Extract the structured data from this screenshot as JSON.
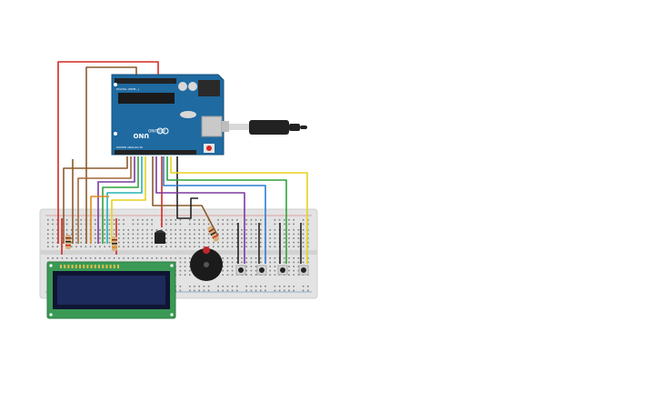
{
  "board": {
    "model_text": "UNO",
    "brand_text": "ARDUINO",
    "header_label_top": "DIGITAL (PWM~)",
    "header_label_bottom": "POWER    ANALOG IN"
  },
  "colors": {
    "board_blue": "#1f6aa1",
    "breadboard": "#e3e3e3",
    "lcd_green": "#3a9a55",
    "lcd_screen": "#1d2a5c",
    "wire_red": "#d42a24",
    "wire_brown": "#8a5a2b",
    "wire_orange": "#e08a1e",
    "wire_yellow": "#e8d21c",
    "wire_green": "#2fa43a",
    "wire_blue": "#2b7fd1",
    "wire_purple": "#7a3aa0",
    "wire_black": "#222222",
    "wire_cyan": "#27b3b3"
  },
  "components": [
    {
      "name": "arduino-uno",
      "icon": "arduino-board-icon"
    },
    {
      "name": "usb-cable",
      "icon": "usb-plug-icon"
    },
    {
      "name": "breadboard",
      "icon": "breadboard-icon"
    },
    {
      "name": "lcd-16x2",
      "icon": "lcd-display-icon"
    },
    {
      "name": "piezo-buzzer",
      "icon": "buzzer-icon"
    },
    {
      "name": "push-buttons",
      "count": 4
    },
    {
      "name": "resistors",
      "count": 3
    },
    {
      "name": "transistor",
      "icon": "transistor-icon"
    }
  ]
}
